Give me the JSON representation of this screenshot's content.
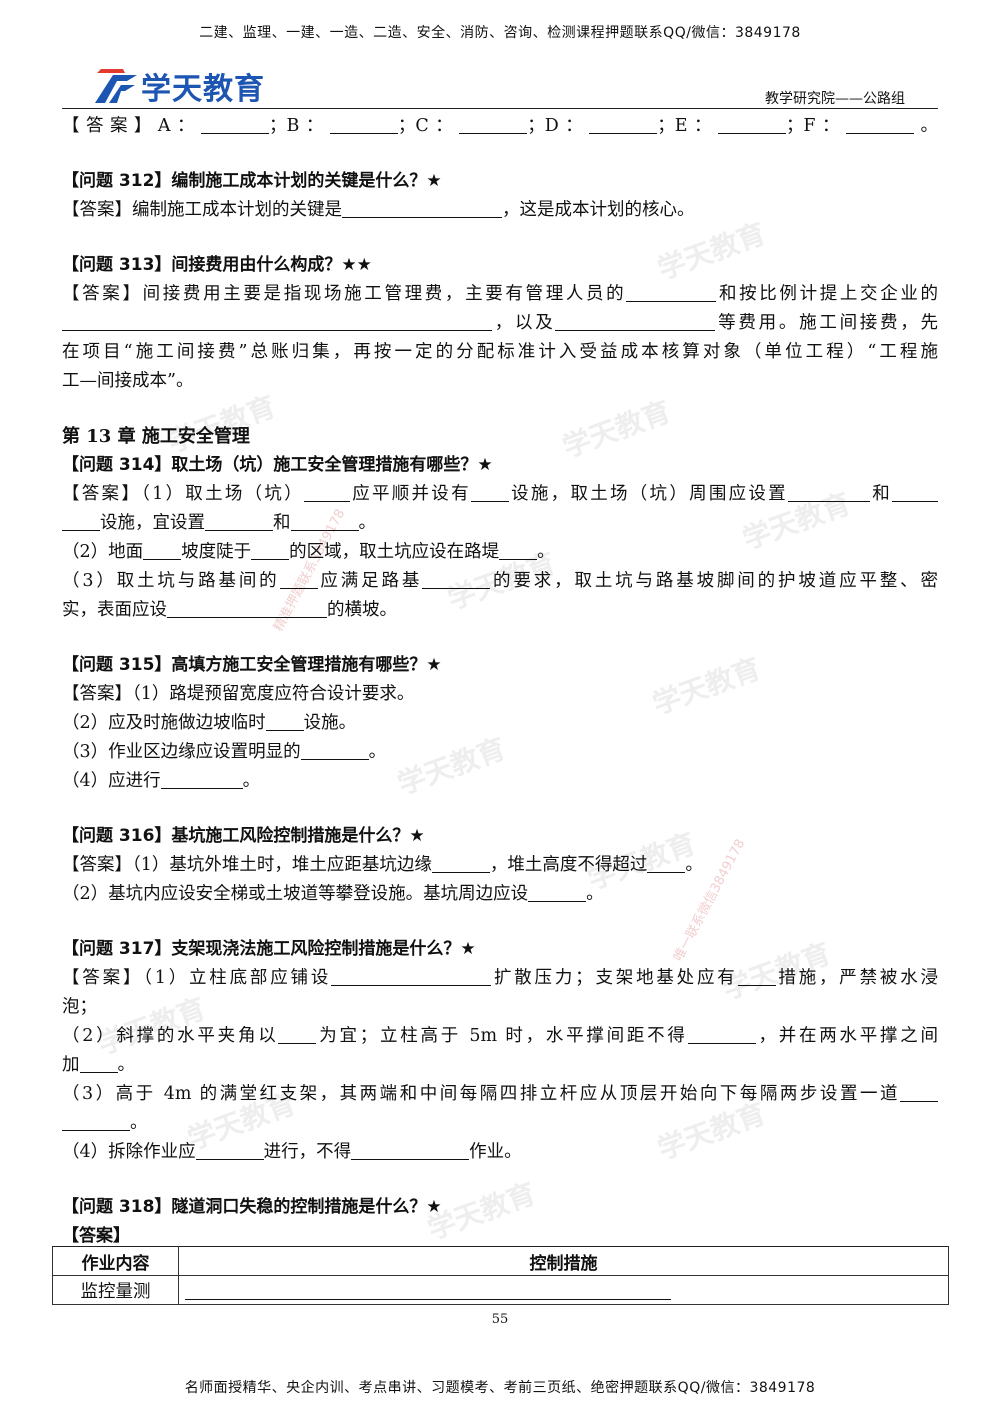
{
  "banners": {
    "top": "二建、监理、一建、一造、二造、安全、消防、咨询、检测课程押题联系QQ/微信：3849178",
    "bottom": "名师面授精华、央企内训、考点串讲、习题模考、考前三页纸、绝密押题联系QQ/微信：3849178"
  },
  "header": {
    "logo_text": "学天教育",
    "right_text": "教学研究院——公路组",
    "brand_color": "#1d55b3"
  },
  "watermark": {
    "text": "学天教育",
    "small_1": "精准押题联系3849178",
    "small_2": "唯一联系微信3849178"
  },
  "lines": {
    "l0": [
      "【答案】A：",
      "；B：",
      "；C：",
      "；D：",
      "；E：",
      "；F：",
      "。"
    ],
    "q312": "【问题 312】编制施工成本计划的关键是什么？★",
    "a312": [
      "【答案】编制施工成本计划的关键是",
      "，这是成本计划的核心。"
    ],
    "q313": "【问题 313】间接费用由什么构成？★★",
    "a313_1": [
      "【答案】间接费用主要是指现场施工管理费，主要有管理人员的",
      "和按比例计提上交企业的"
    ],
    "a313_2": [
      "，以及",
      "等费用。施工间接费，先"
    ],
    "a313_3": "在项目“施工间接费”总账归集，再按一定的分配标准计入受益成本核算对象（单位工程）“工程施",
    "a313_4": "工—间接成本”。",
    "chapter": "第 13 章  施工安全管理",
    "q314": "【问题 314】取土场（坑）施工安全管理措施有哪些？★",
    "a314_1": [
      "【答案】（1）取土场（坑）",
      "应平顺并设有",
      "设施，取土场（坑）周围应设置",
      "和"
    ],
    "a314_2": [
      "设施，宜设置",
      "和",
      "。"
    ],
    "a314_3": [
      "（2）地面",
      "坡度陡于",
      "的区域，取土坑应设在路堤",
      "。"
    ],
    "a314_4": [
      "（3）取土坑与路基间的",
      "应满足路基",
      "的要求，取土坑与路基坡脚间的护坡道应平整、密"
    ],
    "a314_5": [
      "实，表面应设",
      "的横坡。"
    ],
    "q315": "【问题 315】高填方施工安全管理措施有哪些？★",
    "a315_1": "【答案】（1）路堤预留宽度应符合设计要求。",
    "a315_2": [
      "（2）应及时施做边坡临时",
      "设施。"
    ],
    "a315_3": [
      "（3）作业区边缘应设置明显的",
      "。"
    ],
    "a315_4": [
      "（4）应进行",
      "。"
    ],
    "q316": "【问题 316】基坑施工风险控制措施是什么？★",
    "a316_1": [
      "【答案】（1）基坑外堆土时，堆土应距基坑边缘",
      "，堆土高度不得超过",
      "。"
    ],
    "a316_2": [
      "（2）基坑内应设安全梯或土坡道等攀登设施。基坑周边应设",
      "。"
    ],
    "q317": "【问题 317】支架现浇法施工风险控制措施是什么？★",
    "a317_1": [
      "【答案】（1）立柱底部应铺设",
      "扩散压力；支架地基处应有",
      "措施，严禁被水浸"
    ],
    "a317_2": "泡；",
    "a317_3": [
      "（2）斜撑的水平夹角以",
      "为宜；立柱高于 5m 时，水平撑间距不得",
      "，并在两水平撑之间"
    ],
    "a317_4": [
      "加",
      "。"
    ],
    "a317_5": [
      "（3）高于 4m 的满堂红支架，其两端和中间每隔四排立杆应从顶层开始向下每隔两步设置一道",
      ""
    ],
    "a317_6": [
      "",
      "。"
    ],
    "a317_7": [
      "（4）拆除作业应",
      "进行，不得",
      "作业。"
    ],
    "q318": "【问题 318】隧道洞口失稳的控制措施是什么？★",
    "a318": "【答案】"
  },
  "table": {
    "headers": [
      "作业内容",
      "控制措施"
    ],
    "rows": [
      [
        "监控量测",
        ""
      ]
    ]
  },
  "page_number": "55"
}
